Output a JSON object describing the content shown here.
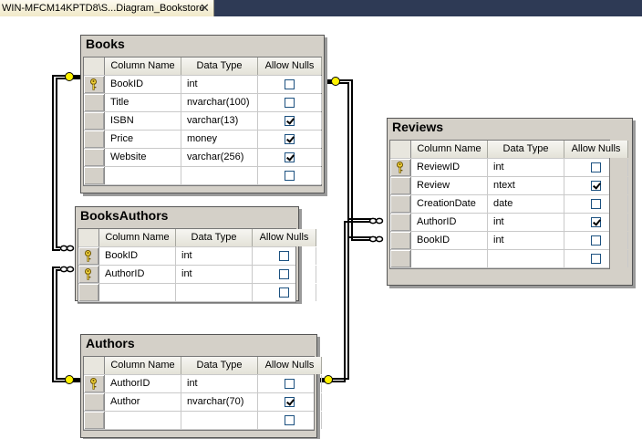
{
  "tab": {
    "title": "WIN-MFCM14KPTD8\\S...Diagram_Bookstore",
    "close": "✕"
  },
  "headers": {
    "column_name": "Column Name",
    "data_type": "Data Type",
    "allow_nulls": "Allow Nulls"
  },
  "tables": {
    "books": {
      "title": "Books",
      "rows": [
        {
          "name": "BookID",
          "type": "int",
          "nullable": false,
          "key": true
        },
        {
          "name": "Title",
          "type": "nvarchar(100)",
          "nullable": false,
          "key": false
        },
        {
          "name": "ISBN",
          "type": "varchar(13)",
          "nullable": true,
          "key": false
        },
        {
          "name": "Price",
          "type": "money",
          "nullable": true,
          "key": false
        },
        {
          "name": "Website",
          "type": "varchar(256)",
          "nullable": true,
          "key": false
        }
      ]
    },
    "books_authors": {
      "title": "BooksAuthors",
      "rows": [
        {
          "name": "BookID",
          "type": "int",
          "nullable": false,
          "key": true
        },
        {
          "name": "AuthorID",
          "type": "int",
          "nullable": false,
          "key": true
        }
      ]
    },
    "authors": {
      "title": "Authors",
      "rows": [
        {
          "name": "AuthorID",
          "type": "int",
          "nullable": false,
          "key": true
        },
        {
          "name": "Author",
          "type": "nvarchar(70)",
          "nullable": true,
          "key": false
        }
      ]
    },
    "reviews": {
      "title": "Reviews",
      "rows": [
        {
          "name": "ReviewID",
          "type": "int",
          "nullable": false,
          "key": true
        },
        {
          "name": "Review",
          "type": "ntext",
          "nullable": true,
          "key": false
        },
        {
          "name": "CreationDate",
          "type": "date",
          "nullable": false,
          "key": false
        },
        {
          "name": "AuthorID",
          "type": "int",
          "nullable": true,
          "key": false
        },
        {
          "name": "BookID",
          "type": "int",
          "nullable": false,
          "key": false
        }
      ]
    }
  }
}
